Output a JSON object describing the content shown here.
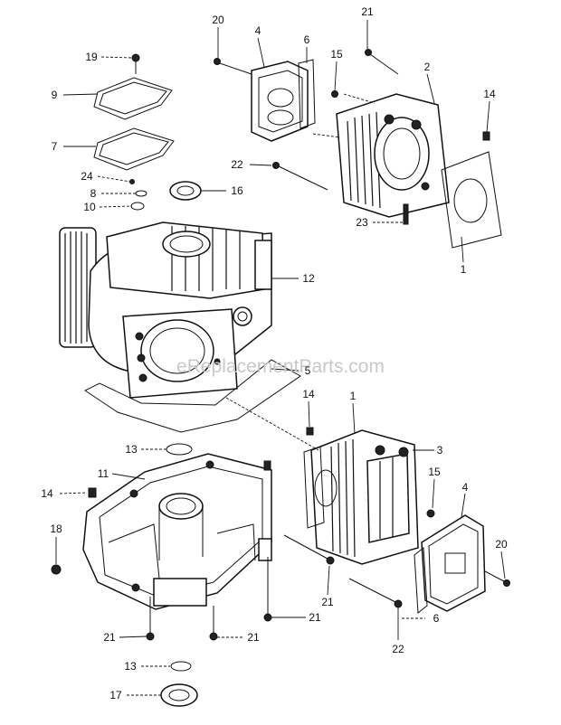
{
  "watermark": "eReplacementParts.com",
  "callouts": [
    {
      "id": "c1",
      "text": "20"
    },
    {
      "id": "c2",
      "text": "4"
    },
    {
      "id": "c3",
      "text": "6"
    },
    {
      "id": "c4",
      "text": "21"
    },
    {
      "id": "c5",
      "text": "15"
    },
    {
      "id": "c6",
      "text": "2"
    },
    {
      "id": "c7",
      "text": "14"
    },
    {
      "id": "c8",
      "text": "19"
    },
    {
      "id": "c9",
      "text": "9"
    },
    {
      "id": "c10",
      "text": "7"
    },
    {
      "id": "c11",
      "text": "22"
    },
    {
      "id": "c12",
      "text": "24"
    },
    {
      "id": "c13",
      "text": "8"
    },
    {
      "id": "c14",
      "text": "16"
    },
    {
      "id": "c15",
      "text": "10"
    },
    {
      "id": "c16",
      "text": "23"
    },
    {
      "id": "c17",
      "text": "1"
    },
    {
      "id": "c18",
      "text": "12"
    },
    {
      "id": "c19",
      "text": "5"
    },
    {
      "id": "c20",
      "text": "14"
    },
    {
      "id": "c21",
      "text": "1"
    },
    {
      "id": "c22",
      "text": "3"
    },
    {
      "id": "c23",
      "text": "13"
    },
    {
      "id": "c24",
      "text": "11"
    },
    {
      "id": "c25",
      "text": "15"
    },
    {
      "id": "c26",
      "text": "14"
    },
    {
      "id": "c27",
      "text": "4"
    },
    {
      "id": "c28",
      "text": "18"
    },
    {
      "id": "c29",
      "text": "20"
    },
    {
      "id": "c30",
      "text": "21"
    },
    {
      "id": "c31",
      "text": "21"
    },
    {
      "id": "c32",
      "text": "6"
    },
    {
      "id": "c33",
      "text": "21"
    },
    {
      "id": "c34",
      "text": "21"
    },
    {
      "id": "c35",
      "text": "22"
    },
    {
      "id": "c36",
      "text": "13"
    },
    {
      "id": "c37",
      "text": "17"
    }
  ]
}
